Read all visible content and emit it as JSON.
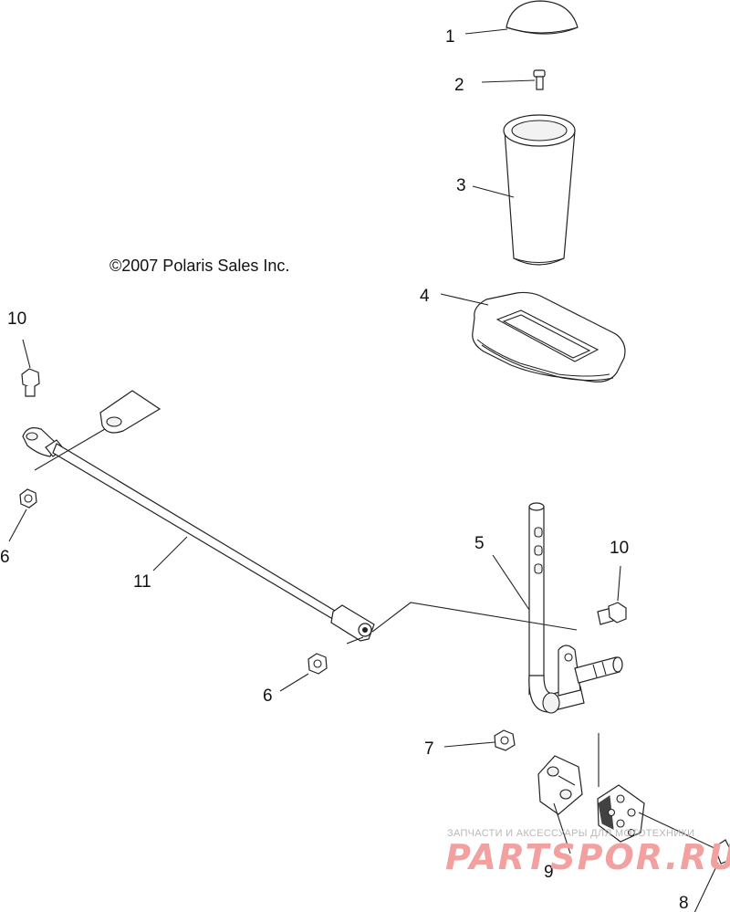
{
  "copyright": "©2007 Polaris Sales Inc.",
  "callouts": [
    "1",
    "2",
    "3",
    "4",
    "5",
    "6",
    "6",
    "7",
    "8",
    "9",
    "10",
    "10",
    "11"
  ],
  "watermark": {
    "line1": "ЗАПЧАСТИ И АКСЕССУАРЫ ДЛЯ МОТОТЕХНИКИ",
    "line2": "PARTSPOR.RU"
  }
}
